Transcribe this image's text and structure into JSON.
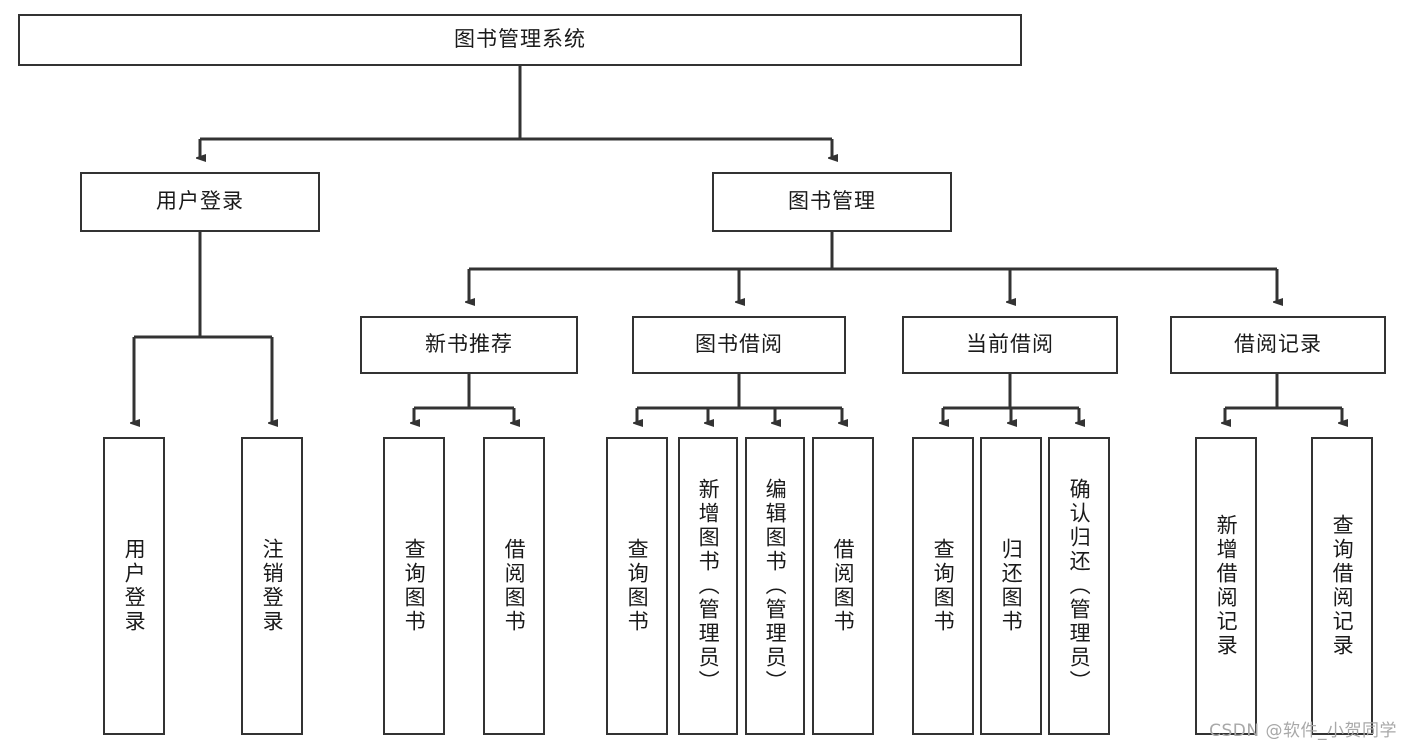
{
  "diagram": {
    "type": "tree",
    "title": "图书管理系统",
    "watermark": "CSDN @软件_小贺同学",
    "colors": {
      "box_stroke": "#333333",
      "box_fill": "#ffffff",
      "edge_stroke": "#333333",
      "text": "#1a1a1a",
      "watermark": "#a8a8a8",
      "background": "#ffffff"
    },
    "levels": {
      "root": {
        "label": "图书管理系统"
      },
      "level2": [
        {
          "label": "用户登录"
        },
        {
          "label": "图书管理"
        }
      ],
      "level3": [
        {
          "label": "新书推荐"
        },
        {
          "label": "图书借阅"
        },
        {
          "label": "当前借阅"
        },
        {
          "label": "借阅记录"
        }
      ]
    },
    "nodes": {
      "root": "图书管理系统",
      "user_login": "用户登录",
      "book_manage": "图书管理",
      "new_book_rec": "新书推荐",
      "book_borrow": "图书借阅",
      "current_borrow": "当前借阅",
      "borrow_record": "借阅记录",
      "leaf_user_login": "用户登录",
      "leaf_logout": "注销登录",
      "leaf_query_book_1": "查询图书",
      "leaf_borrow_book_1": "借阅图书",
      "leaf_query_book_2": "查询图书",
      "leaf_add_book_admin": "新增图书（管理员）",
      "leaf_edit_book_admin": "编辑图书（管理员）",
      "leaf_borrow_book_2": "借阅图书",
      "leaf_query_book_3": "查询图书",
      "leaf_return_book": "归还图书",
      "leaf_confirm_return_admin": "确认归还（管理员）",
      "leaf_add_record": "新增借阅记录",
      "leaf_query_record": "查询借阅记录"
    }
  }
}
